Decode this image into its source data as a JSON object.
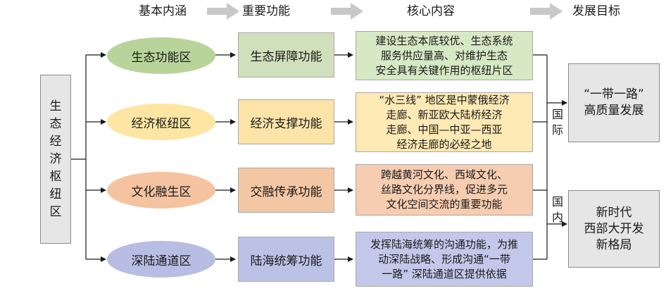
{
  "headers": {
    "basic": "基本内涵",
    "function": "重要功能",
    "core": "核心内容",
    "goal": "发展目标"
  },
  "root": [
    "生",
    "态",
    "经",
    "济",
    "枢",
    "纽",
    "区"
  ],
  "rows": [
    {
      "zone": "生态功能区",
      "function": "生态屏障功能",
      "core": [
        "建设生态本底较优、生态系统",
        "服务供应量高、对维护生态",
        "安全具有关键作用的枢纽片区"
      ]
    },
    {
      "zone": "经济枢纽区",
      "function": "经济支撑功能",
      "core": [
        "“水三线” 地区是中蒙俄经济",
        "走廊、新亚欧大陆桥经济",
        "走廊、中国—中亚—西亚",
        "经济走廊的必经之地"
      ]
    },
    {
      "zone": "文化融生区",
      "function": "交融传承功能",
      "core": [
        "跨越黄河文化、西域文化、",
        "丝路文化分界线，促进多元",
        "文化空间交流的重要功能"
      ]
    },
    {
      "zone": "深陆通道区",
      "function": "陆海统筹功能",
      "core": [
        "发挥陆海统筹的沟通功能，为推",
        "动深陆战略、形成沟通“一带",
        "一路” 深陆通道区提供依据"
      ]
    }
  ],
  "international": {
    "label": [
      "国",
      "际"
    ],
    "goal": [
      "“一带一路”",
      "高质量发展"
    ]
  },
  "domestic": {
    "label": [
      "国",
      "内"
    ],
    "goal": [
      "新时代",
      "西部大开发",
      "新格局"
    ]
  },
  "colors": {
    "oval": [
      "#b9d49a",
      "#fde6a3",
      "#f5c3a0",
      "#b8bde3"
    ],
    "rect": [
      "#cfe0bb",
      "#fce3a8",
      "#f4c7a4",
      "#bcc2e6"
    ],
    "core": [
      "#d7e8c4",
      "#fde9b4",
      "#f6cdb0",
      "#c3c8ea"
    ],
    "grey": "#e6e6e6",
    "header_arrow": "#c8c8c8"
  }
}
